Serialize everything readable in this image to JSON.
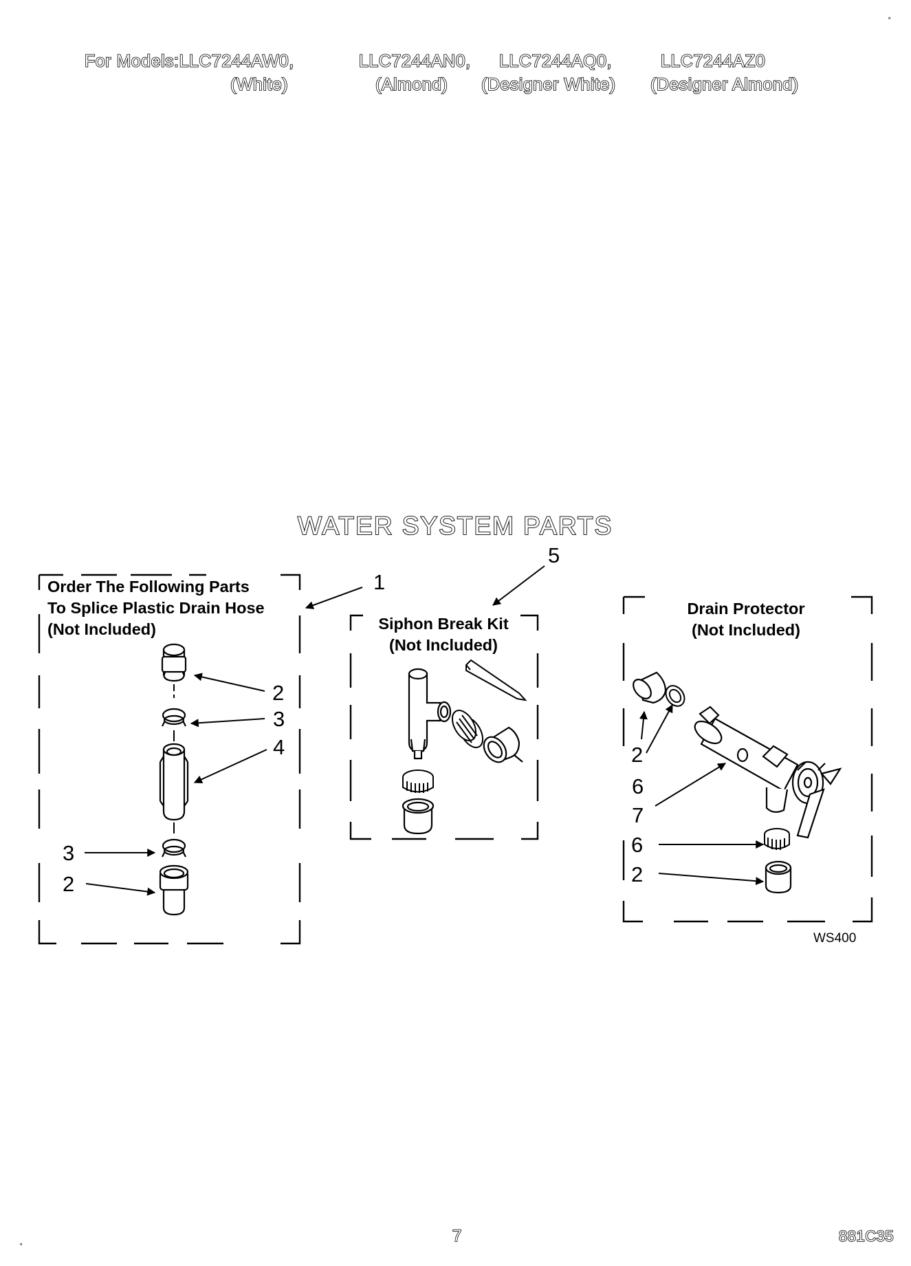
{
  "header": {
    "prefix": "For Models:",
    "models": [
      "LLC7244AW0,",
      "LLC7244AN0,",
      "LLC7244AQ0,",
      "LLC7244AZ0"
    ],
    "colors": [
      "(White)",
      "(Almond)",
      "(Designer White)",
      "(Designer Almond)"
    ]
  },
  "title": "WATER SYSTEM PARTS",
  "boxes": {
    "splice": {
      "lines": [
        "Order The Following Parts",
        "To Splice Plastic Drain Hose",
        "(Not Included)"
      ],
      "callouts": [
        "2",
        "3",
        "4",
        "3",
        "2"
      ]
    },
    "siphon": {
      "lines": [
        "Siphon Break Kit",
        "(Not Included)"
      ],
      "callout": "5"
    },
    "drain": {
      "lines": [
        "Drain Protector",
        "(Not Included)"
      ],
      "callouts": [
        "2",
        "6",
        "7",
        "6",
        "2"
      ]
    }
  },
  "callout_1": "1",
  "diagram_code": "WS400",
  "page_number": "7",
  "doc_code": "881C35",
  "marks": [
    "˟",
    "˟"
  ],
  "colors": {
    "ink": "#000000",
    "paper": "#ffffff"
  }
}
